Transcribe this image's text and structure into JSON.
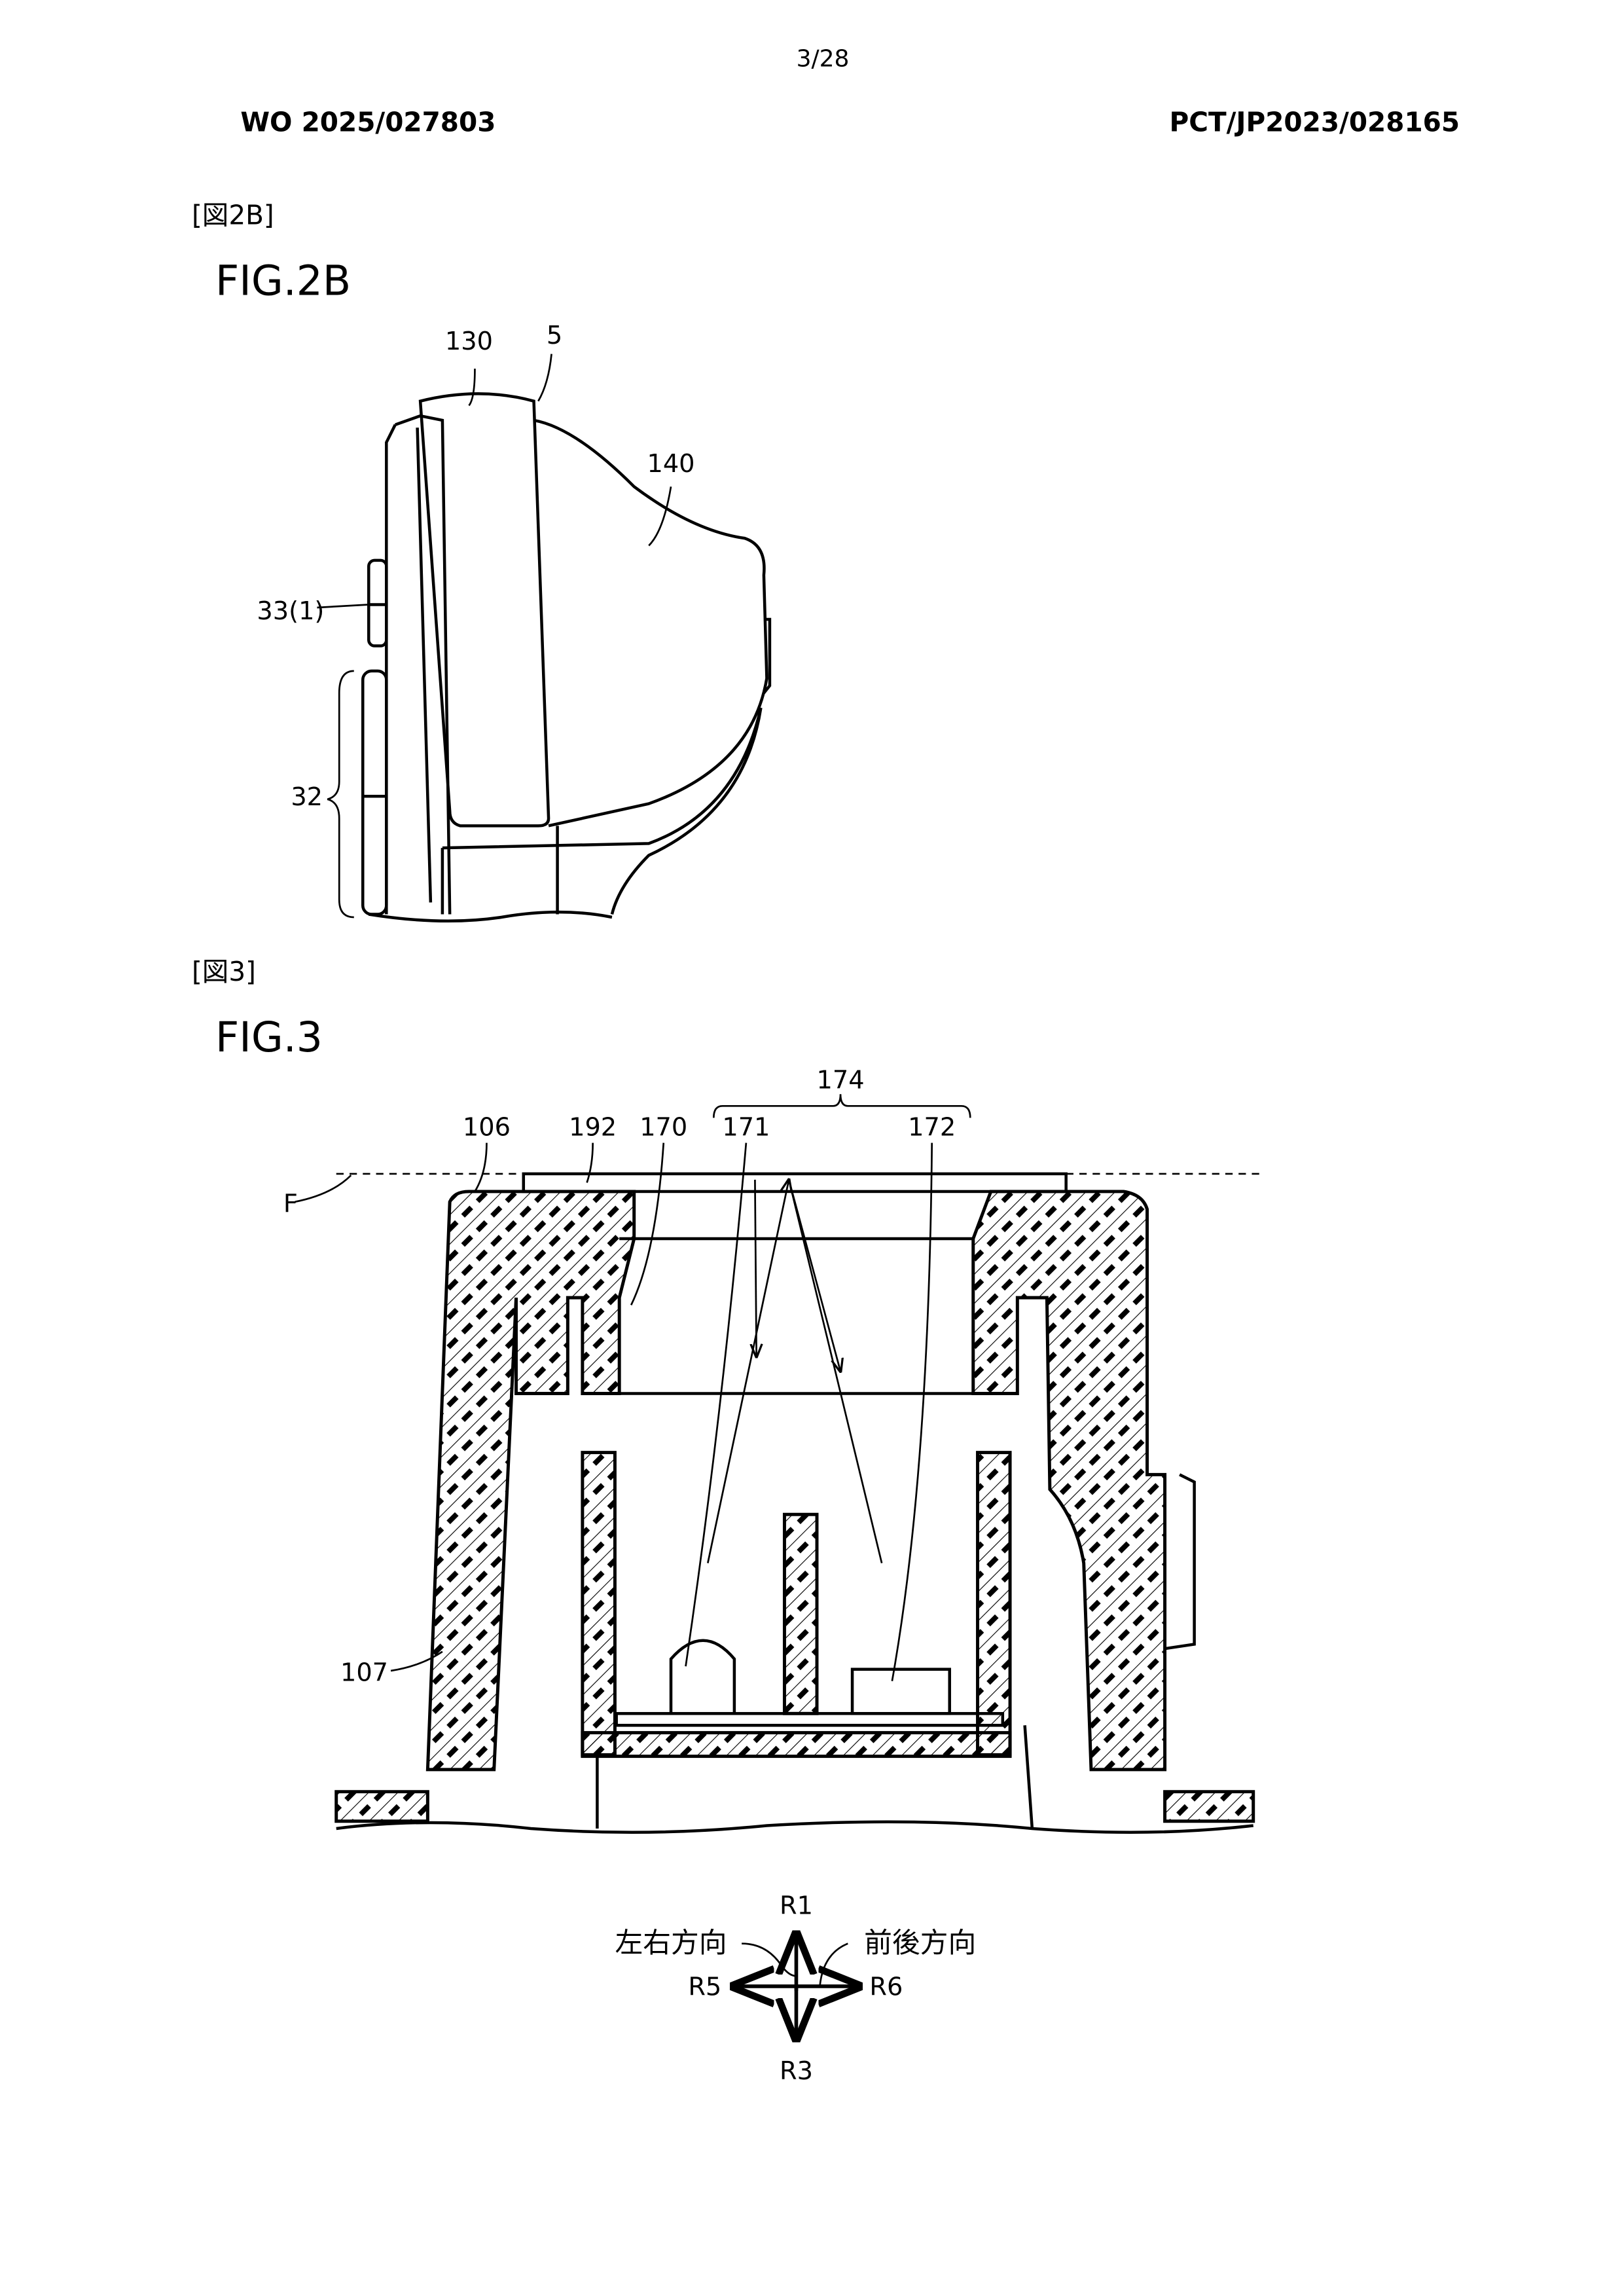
{
  "header": {
    "page_number": "3/28",
    "publication_number": "WO 2025/027803",
    "application_number": "PCT/JP2023/028165"
  },
  "figure_2b": {
    "bracket_label": "[図2B]",
    "title": "FIG.2B",
    "labels": [
      "130",
      "5",
      "140",
      "33(1)",
      "32"
    ]
  },
  "figure_3": {
    "bracket_label": "[図3]",
    "title": "FIG.3",
    "labels": {
      "l174": "174",
      "l106": "106",
      "l192": "192",
      "l170": "170",
      "l171": "171",
      "l172": "172",
      "lF": "F",
      "l107": "107"
    },
    "direction_legend": {
      "up": "R1",
      "down": "R3",
      "left": "R5",
      "right": "R6",
      "left_right_direction": "左右方向",
      "front_back_direction": "前後方向"
    }
  }
}
